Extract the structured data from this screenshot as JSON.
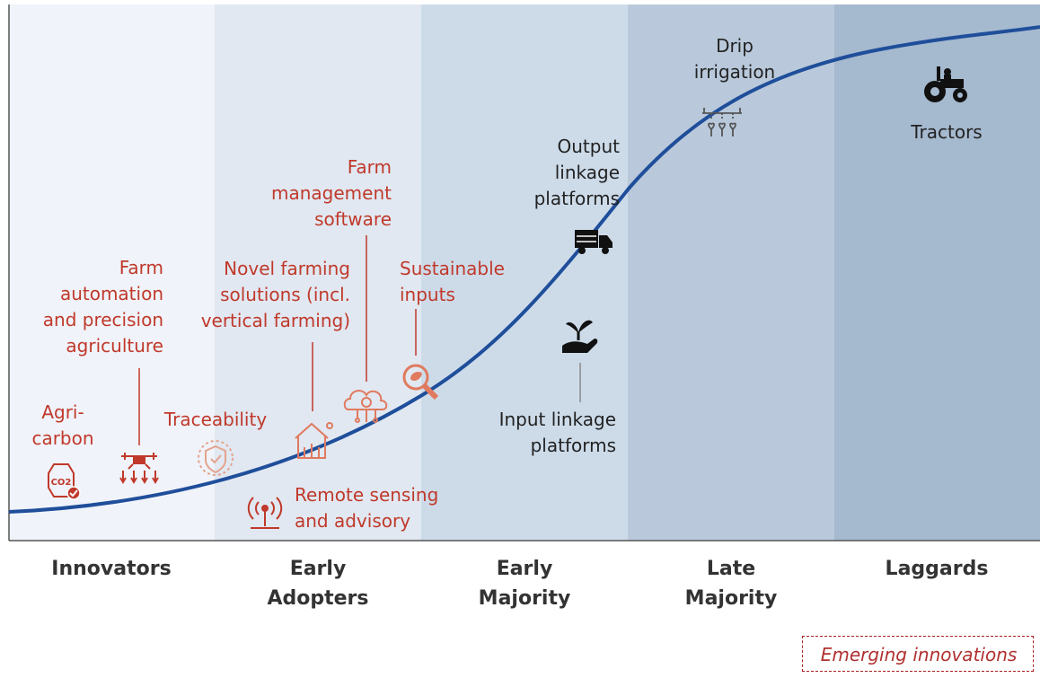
{
  "segments": [
    {
      "lines": [
        "Innovators"
      ],
      "color": "#f0f3f9"
    },
    {
      "lines": [
        "Early",
        "Adopters"
      ],
      "color": "#e1e8f1"
    },
    {
      "lines": [
        "Early",
        "Majority"
      ],
      "color": "#cddbe9"
    },
    {
      "lines": [
        "Late",
        "Majority"
      ],
      "color": "#b9c9db"
    },
    {
      "lines": [
        "Laggards"
      ],
      "color": "#a5b9cf"
    }
  ],
  "curve_color": "#1f4e9a",
  "emerging_color": "#c0392b",
  "innovations": [
    {
      "id": "agri-carbon",
      "lines": [
        "Agri-",
        "carbon"
      ],
      "emerging": true,
      "icon": "co2-badge-icon"
    },
    {
      "id": "farm-automation",
      "lines": [
        "Farm",
        "automation",
        "and precision",
        "agriculture"
      ],
      "emerging": true,
      "icon": "drone-icon"
    },
    {
      "id": "traceability",
      "lines": [
        "Traceability"
      ],
      "emerging": true,
      "icon": "shield-check-icon"
    },
    {
      "id": "novel-farming",
      "lines": [
        "Novel farming",
        "solutions (incl.",
        "vertical farming)"
      ],
      "emerging": true,
      "icon": "greenhouse-icon"
    },
    {
      "id": "farm-management",
      "lines": [
        "Farm",
        "management",
        "software"
      ],
      "emerging": true,
      "icon": "cloud-gear-icon"
    },
    {
      "id": "sustainable-inputs",
      "lines": [
        "Sustainable",
        "inputs"
      ],
      "emerging": true,
      "icon": "leaf-magnifier-icon"
    },
    {
      "id": "remote-sensing",
      "lines": [
        "Remote sensing",
        "and advisory"
      ],
      "emerging": true,
      "icon": "antenna-icon"
    },
    {
      "id": "input-linkage",
      "lines": [
        "Input linkage",
        "platforms"
      ],
      "emerging": false,
      "icon": "hand-seedling-icon"
    },
    {
      "id": "output-linkage",
      "lines": [
        "Output",
        "linkage",
        "platforms"
      ],
      "emerging": false,
      "icon": "truck-icon"
    },
    {
      "id": "drip-irrigation",
      "lines": [
        "Drip",
        "irrigation"
      ],
      "emerging": false,
      "icon": "drip-irrigation-icon"
    },
    {
      "id": "tractors",
      "lines": [
        "Tractors"
      ],
      "emerging": false,
      "icon": "tractor-icon"
    }
  ],
  "legend": {
    "label": "Emerging innovations"
  }
}
